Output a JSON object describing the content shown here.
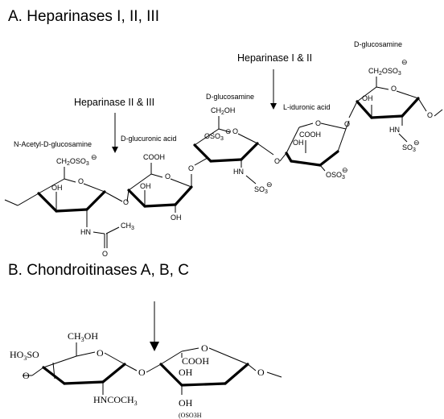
{
  "section_a": {
    "title": "A. Heparinases I, II, III",
    "enzyme_left": "Heparinase II & III",
    "enzyme_right": "Heparinase I & II",
    "units": {
      "nag": {
        "name": "N-Acetyl-D-glucosamine",
        "ch2": "CH",
        "ch2_sub": "2",
        "ch2_rest": "OSO",
        "ch2_sub2": "3",
        "oh": "OH",
        "hn": "HN",
        "ch3": "CH",
        "ch3_sub": "3",
        "o": "O"
      },
      "glca": {
        "name": "D-glucuronic acid",
        "cooh": "COOH",
        "oh1": "OH",
        "oh2": "OH"
      },
      "glcn": {
        "name": "D-glucosamine",
        "ch2oh": "CH",
        "ch2oh_sub": "2",
        "ch2oh_rest": "OH",
        "oso": "OSO",
        "oso_sub": "3",
        "hn": "HN",
        "so": "SO",
        "so_sub": "3"
      },
      "idoa": {
        "name": "L-iduronic acid",
        "cooh": "COOH",
        "oh": "OH",
        "oso": "OSO",
        "oso_sub": "3"
      },
      "glcn2": {
        "name": "D-glucosamine",
        "ch2": "CH",
        "ch2_sub": "2",
        "ch2_rest": "OSO",
        "ch2_sub2": "3",
        "oh": "OH",
        "hn": "HN",
        "so": "SO",
        "so_sub": "3"
      }
    },
    "ring_oxygen": "O"
  },
  "section_b": {
    "title": "B. Chondroitinases A, B, C",
    "ch2oh": "CH",
    "ch2oh_sub": "3",
    "ch2oh_rest": "OH",
    "ho3so": "HO",
    "ho3so_sub": "3",
    "ho3so_rest": "SO",
    "nhcoch3": "HNCOCH",
    "nhcoch3_sub": "3",
    "cooh": "COOH",
    "oh": "OH",
    "oh2": "OH",
    "oso3h": "OSO",
    "oso3h_sub": "3",
    "oso3h_rest": "H",
    "ring_oxygen": "O"
  }
}
